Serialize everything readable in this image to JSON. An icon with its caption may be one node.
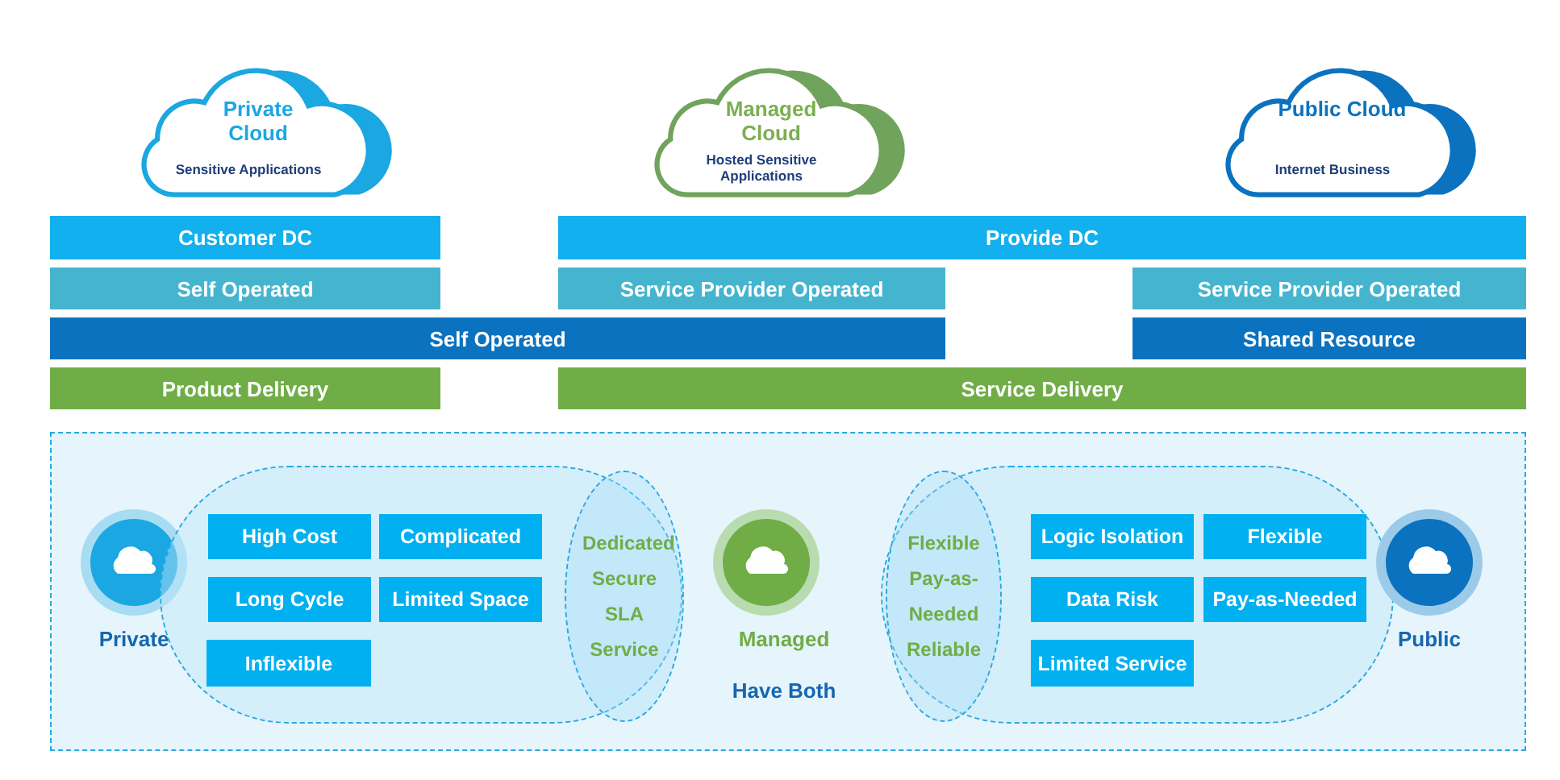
{
  "diagram": {
    "nodes": [
      {
        "text": [
          "Private Cloud",
          "Sensitive Applications"
        ]
      },
      {
        "text": [
          "Managed Cloud",
          "Hosted Sensitive Applications"
        ]
      },
      {
        "text": [
          "Public Cloud",
          "Internet Business"
        ]
      },
      {
        "text": [
          "Customer DC"
        ]
      },
      {
        "text": [
          "Provide DC"
        ]
      },
      {
        "text": [
          "Self Operated"
        ]
      },
      {
        "text": [
          "Service Provider Operated"
        ]
      },
      {
        "text": [
          "Service Provider Operated"
        ]
      },
      {
        "text": [
          "Self Operated"
        ]
      },
      {
        "text": [
          "Shared Resource"
        ]
      },
      {
        "text": [
          "Product Delivery"
        ]
      },
      {
        "text": [
          "Service Delivery"
        ]
      },
      {
        "text": [],
        "shape": "box"
      },
      {
        "text": [
          "Private"
        ],
        "in": 12
      },
      {
        "text": [],
        "shape": "box",
        "in": 12
      },
      {
        "text": [
          "High Cost"
        ],
        "in": 14
      },
      {
        "text": [
          "Complicated"
        ],
        "in": 14
      },
      {
        "text": [
          "Long Cycle"
        ],
        "in": 14
      },
      {
        "text": [
          "Limited Space"
        ],
        "in": 14
      },
      {
        "text": [
          "Inflexible"
        ],
        "in": 14
      },
      {
        "text": [
          "Dedicated",
          "Secure",
          "SLA",
          "Service"
        ],
        "in": 14
      },
      {
        "text": [
          "Managed",
          "Have Both"
        ],
        "in": 12
      },
      {
        "text": [],
        "shape": "box",
        "in": 12
      },
      {
        "text": [
          "Flexible",
          "Pay-as-Needed",
          "Reliable"
        ],
        "in": 22
      },
      {
        "text": [
          "Logic Isolation"
        ],
        "in": 22
      },
      {
        "text": [
          "Flexible"
        ],
        "in": 22
      },
      {
        "text": [
          "Data Risk"
        ],
        "in": 22
      },
      {
        "text": [
          "Pay-as-Needed"
        ],
        "in": 22
      },
      {
        "text": [
          "Limited Service"
        ],
        "in": 22
      },
      {
        "text": [
          "Public"
        ],
        "in": 12
      }
    ]
  }
}
